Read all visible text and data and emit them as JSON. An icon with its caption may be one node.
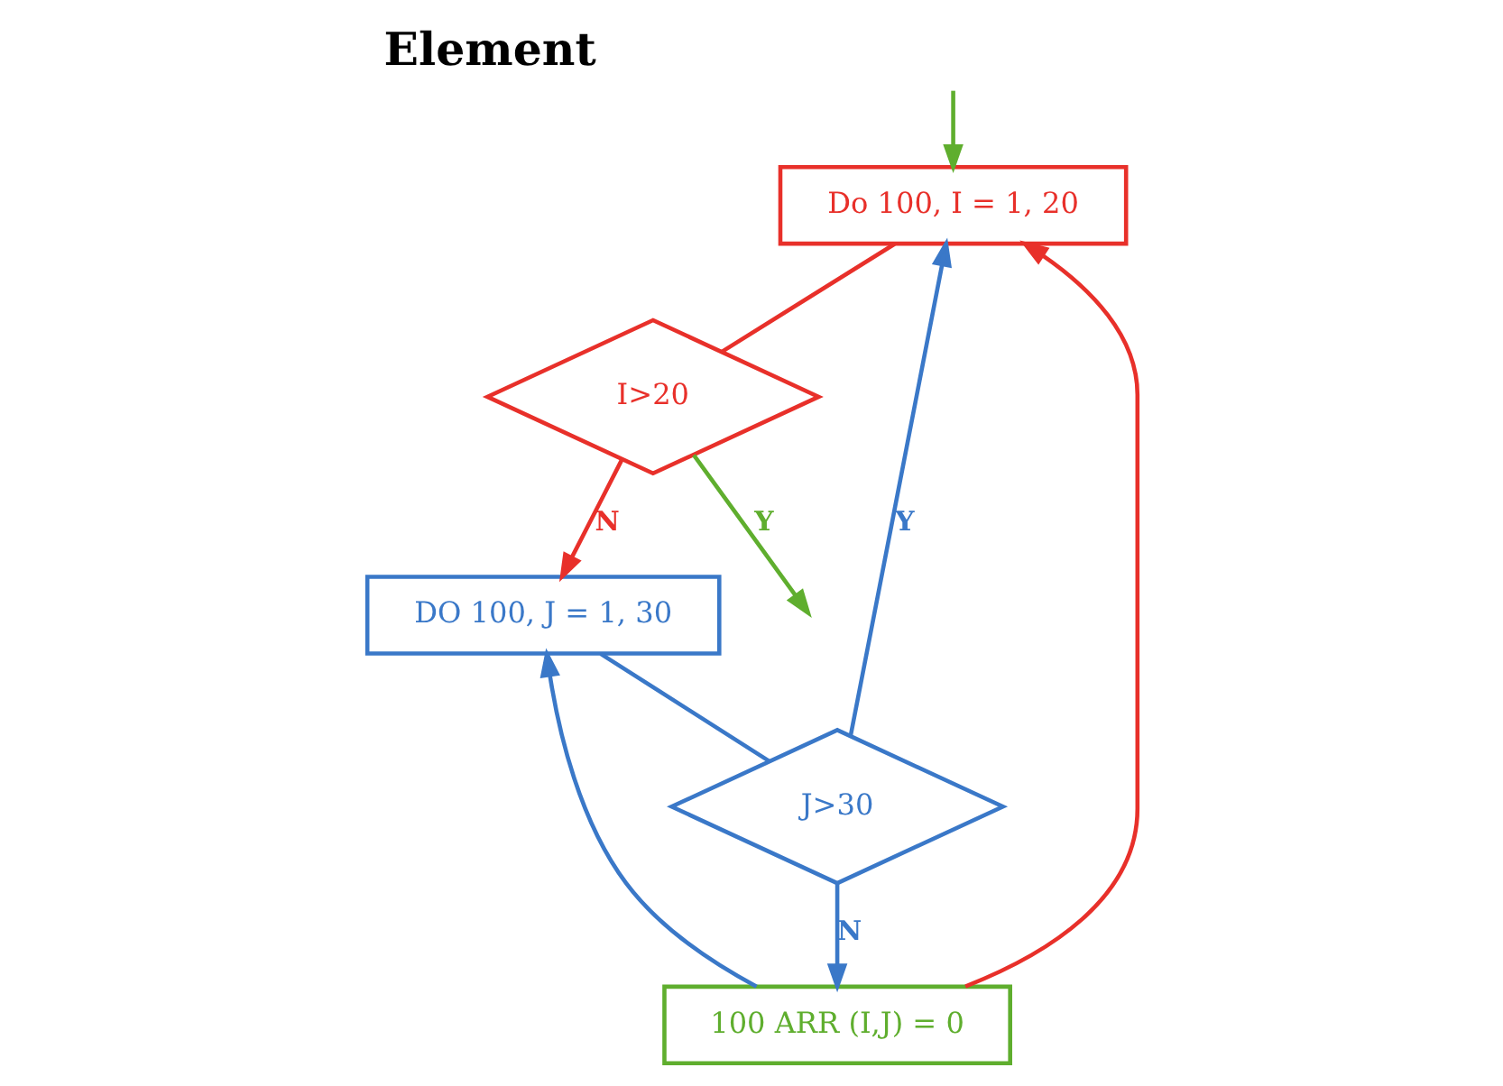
{
  "diagram": {
    "title": "Element",
    "nodes": [
      {
        "text": [
          "Do 100, I = 1, 20"
        ]
      },
      {
        "text": [
          "I>20"
        ]
      },
      {
        "text": [
          "DO 100, J = 1, 30"
        ]
      },
      {
        "text": [
          "J>30"
        ]
      },
      {
        "text": [
          "100 ARR (I,J) = 0"
        ]
      }
    ],
    "edges": [
      {
        "from": null,
        "to": 0,
        "arrow": "to",
        "color": "#5fae2e"
      },
      {
        "from": 0,
        "to": 1,
        "arrow": "none",
        "color": "#e8302a"
      },
      {
        "from": 1,
        "to": 2,
        "arrow": "to",
        "label": "N",
        "color": "#e8302a"
      },
      {
        "from": 2,
        "to": 3,
        "arrow": "none",
        "color": "#3a78c8"
      },
      {
        "from": 3,
        "to": 0,
        "arrow": "to",
        "label": "Y",
        "color": "#3a78c8"
      },
      {
        "from": 3,
        "to": 4,
        "arrow": "to",
        "label": "N",
        "color": "#3a78c8"
      },
      {
        "from": 4,
        "to": 2,
        "arrow": "to",
        "color": "#3a78c8"
      },
      {
        "from": 4,
        "to": 0,
        "arrow": "to",
        "color": "#e8302a"
      },
      {
        "from": 1,
        "to": null,
        "arrow": "to",
        "label": "Y",
        "color": "#5fae2e"
      }
    ]
  }
}
